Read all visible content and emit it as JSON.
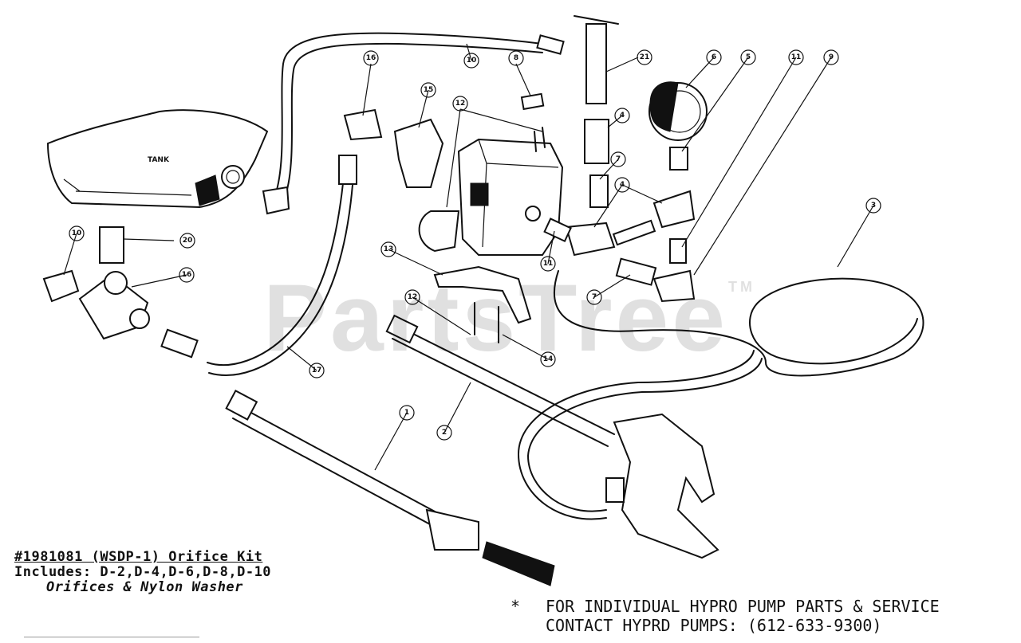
{
  "diagram": {
    "tank_label": "TANK",
    "callouts": [
      "1",
      "2",
      "3",
      "4",
      "4",
      "5",
      "6",
      "7",
      "7",
      "8",
      "9",
      "10",
      "10",
      "11",
      "11",
      "12",
      "12",
      "13",
      "14",
      "15",
      "16",
      "16",
      "17",
      "20",
      "21"
    ],
    "watermark": "PartsTree",
    "watermark_mark": "TM"
  },
  "kit_note": {
    "line1": "#1981081 (WSDP-1) Orifice Kit",
    "line2": "Includes: D-2,D-4,D-6,D-8,D-10",
    "line3": "Orifices & Nylon Washer"
  },
  "service_note": {
    "asterisk": "*",
    "line1": "FOR INDIVIDUAL HYPRO PUMP PARTS & SERVICE",
    "line2": "CONTACT HYPRD PUMPS: (612-633-9300)"
  }
}
